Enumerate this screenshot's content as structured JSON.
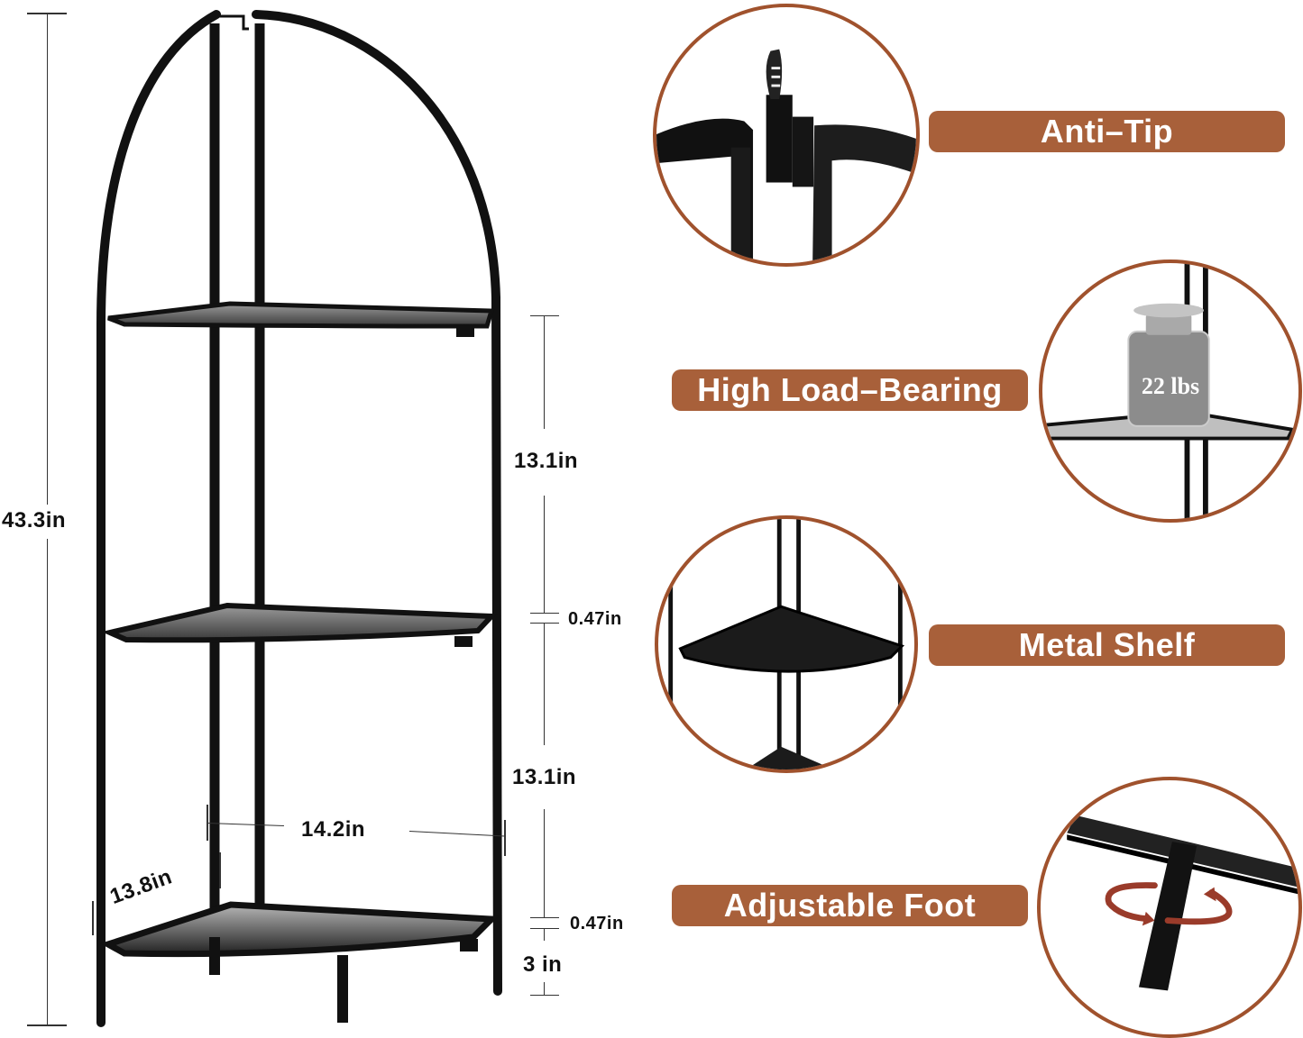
{
  "product": {
    "type": "3-tier corner shelf",
    "color": "#111111"
  },
  "dimensions": {
    "total_height": "43.3in",
    "tier_gap_upper": "13.1in",
    "shelf_thickness_upper": "0.47in",
    "tier_gap_lower": "13.1in",
    "shelf_thickness_lower": "0.47in",
    "foot_height": "3 in",
    "width": "14.2in",
    "depth": "13.8in"
  },
  "features": [
    {
      "id": "anti-tip",
      "label": "Anti–Tip"
    },
    {
      "id": "load-bearing",
      "label": "High Load–Bearing",
      "weight_text": "22 lbs"
    },
    {
      "id": "metal-shelf",
      "label": "Metal Shelf"
    },
    {
      "id": "adjustable-foot",
      "label": "Adjustable Foot"
    }
  ],
  "colors": {
    "label_bg": "#A8603A",
    "circle_border": "#A0522D",
    "rotate_arrow": "#9A3B2A"
  }
}
